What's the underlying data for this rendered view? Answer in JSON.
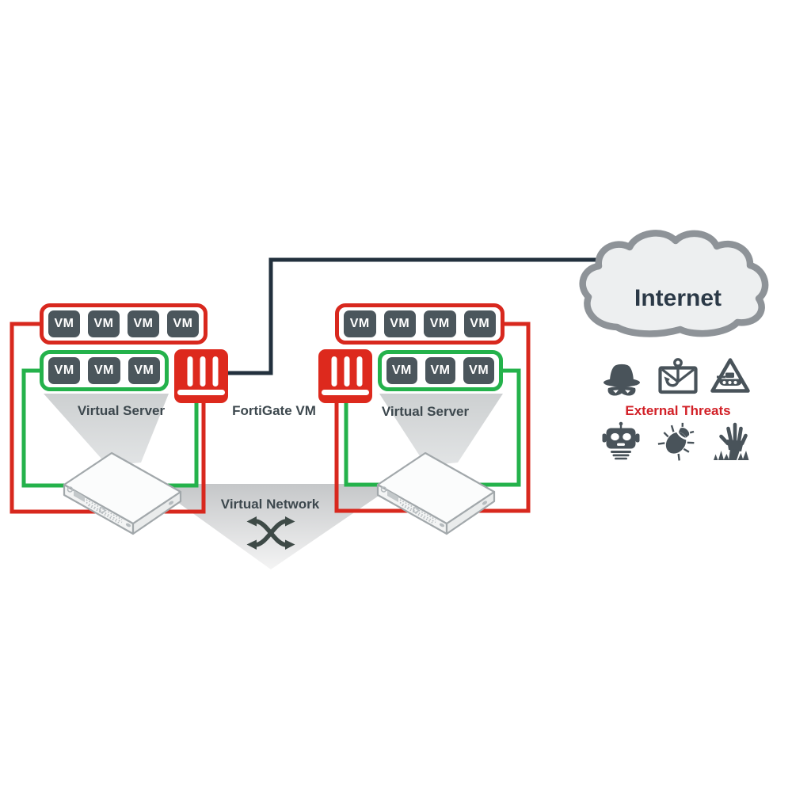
{
  "labels": {
    "internet": "Internet",
    "external_threats": "External Threats",
    "fortigate_vm": "FortiGate VM",
    "virtual_server_left": "Virtual Server",
    "virtual_server_right": "Virtual Server",
    "virtual_network": "Virtual Network",
    "vm": "VM"
  },
  "left_virtual_server": {
    "red_group_vm_count": 4,
    "green_group_vm_count": 3,
    "has_fortigate": true
  },
  "right_virtual_server": {
    "red_group_vm_count": 4,
    "green_group_vm_count": 3,
    "has_fortigate": true
  },
  "threats": {
    "top_row_icons": [
      "spy",
      "phishing",
      "malware-warning"
    ],
    "bottom_row_icons": [
      "bot",
      "bug",
      "zombie-hand"
    ]
  },
  "colors": {
    "accent_red": "#d8281e",
    "accent_green": "#24b24b",
    "fortigate_red": "#dd291d",
    "vm_box": "#4b565c",
    "internet_line": "#22303d",
    "cloud_stroke": "#8e9398",
    "cloud_fill": "#edeff0",
    "label_text": "#3d484e",
    "threat_text": "#d22027",
    "threat_icon": "#49535a"
  }
}
